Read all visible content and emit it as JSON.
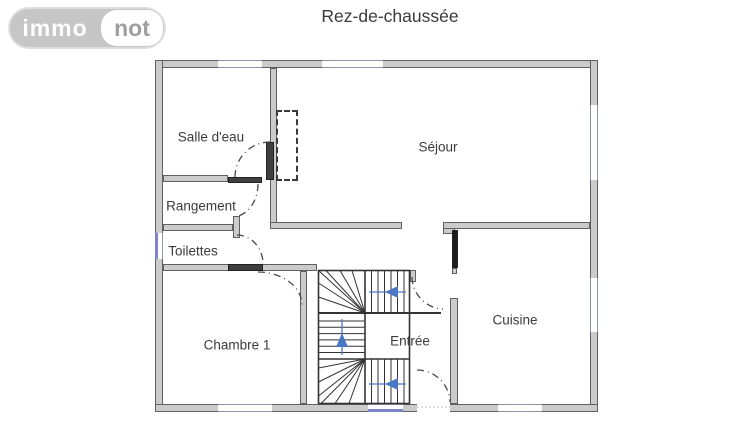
{
  "logo": {
    "left_text": "immo",
    "right_text": "not"
  },
  "title": "Rez-de-chaussée",
  "rooms": {
    "salle_deau": "Salle d'eau",
    "rangement": "Rangement",
    "toilettes": "Toilettes",
    "chambre1": "Chambre 1",
    "sejour": "Séjour",
    "entree": "Entrée",
    "cuisine": "Cuisine"
  },
  "stairs": {
    "type": "u-shaped-staircase",
    "direction_arrows": [
      "left",
      "up",
      "left"
    ]
  },
  "icons": {
    "stair-arrow-up": "▲",
    "stair-arrow-left": "◀",
    "door-swing-arc": "dash-dot quarter arc",
    "window": "thin double line in wall"
  },
  "colors": {
    "wall_fill": "#cbcbcb",
    "wall_outline": "#606060",
    "door_leaf": "#3f3f3f",
    "window_frame": "#8e96ad",
    "window_accent_blue": "#7d84cd",
    "stair_arrow_blue": "#4a77c4",
    "label_text": "#3b3b3b",
    "logo_gray": "#c6c6c6"
  }
}
